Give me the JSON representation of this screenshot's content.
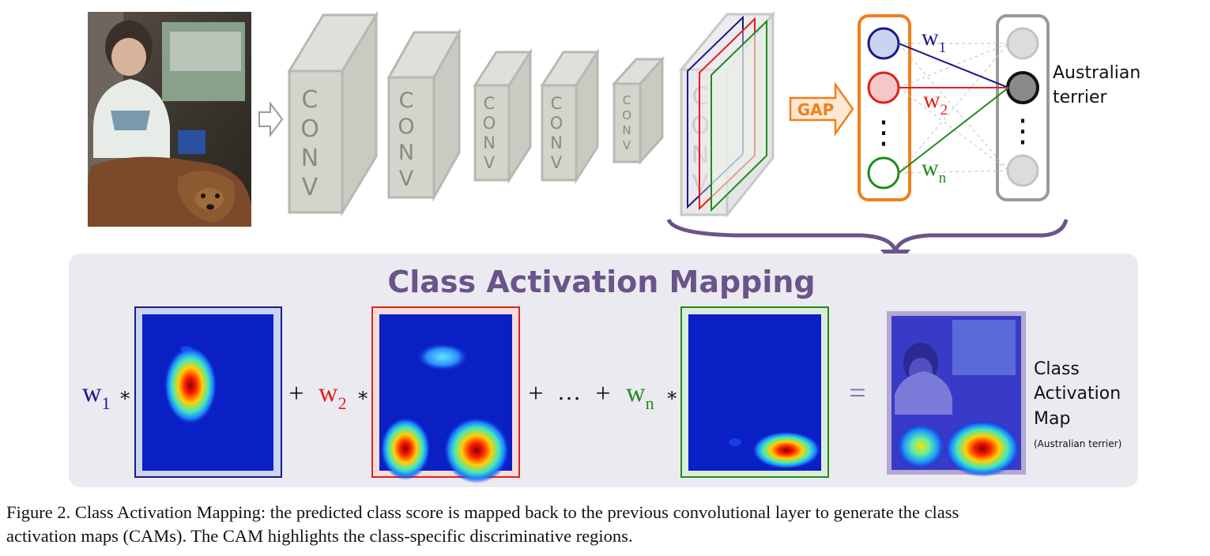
{
  "conv_label": [
    "C",
    "O",
    "N",
    "V"
  ],
  "gap_label": "GAP",
  "weights": {
    "w1": {
      "base": "w",
      "sub": "1",
      "color": "#1a1a8c"
    },
    "w2": {
      "base": "w",
      "sub": "2",
      "color": "#e0201a"
    },
    "wn": {
      "base": "w",
      "sub": "n",
      "color": "#1e8c1e"
    }
  },
  "dots": "⋮",
  "output_label": [
    "Australian",
    "terrier"
  ],
  "cam_title": "Class Activation Mapping",
  "equation": {
    "star": "∗",
    "plus": "+",
    "ellipsis": "…",
    "equals": "="
  },
  "result_label": [
    "Class",
    "Activation",
    "Map"
  ],
  "result_sub": "(Australian terrier)",
  "caption": {
    "line1": "Figure 2. Class Activation Mapping: the predicted class score is mapped back to the previous convolutional layer to generate the class",
    "line2": "activation maps (CAMs). The CAM highlights the class-specific discriminative regions."
  },
  "colors": {
    "blue": "#1a1a8c",
    "red": "#e0201a",
    "green": "#1e8c1e",
    "orange": "#f07f1c",
    "purple": "#6a5489",
    "panel": "#eceaf1",
    "heat_bg": "#0a1fc4"
  }
}
